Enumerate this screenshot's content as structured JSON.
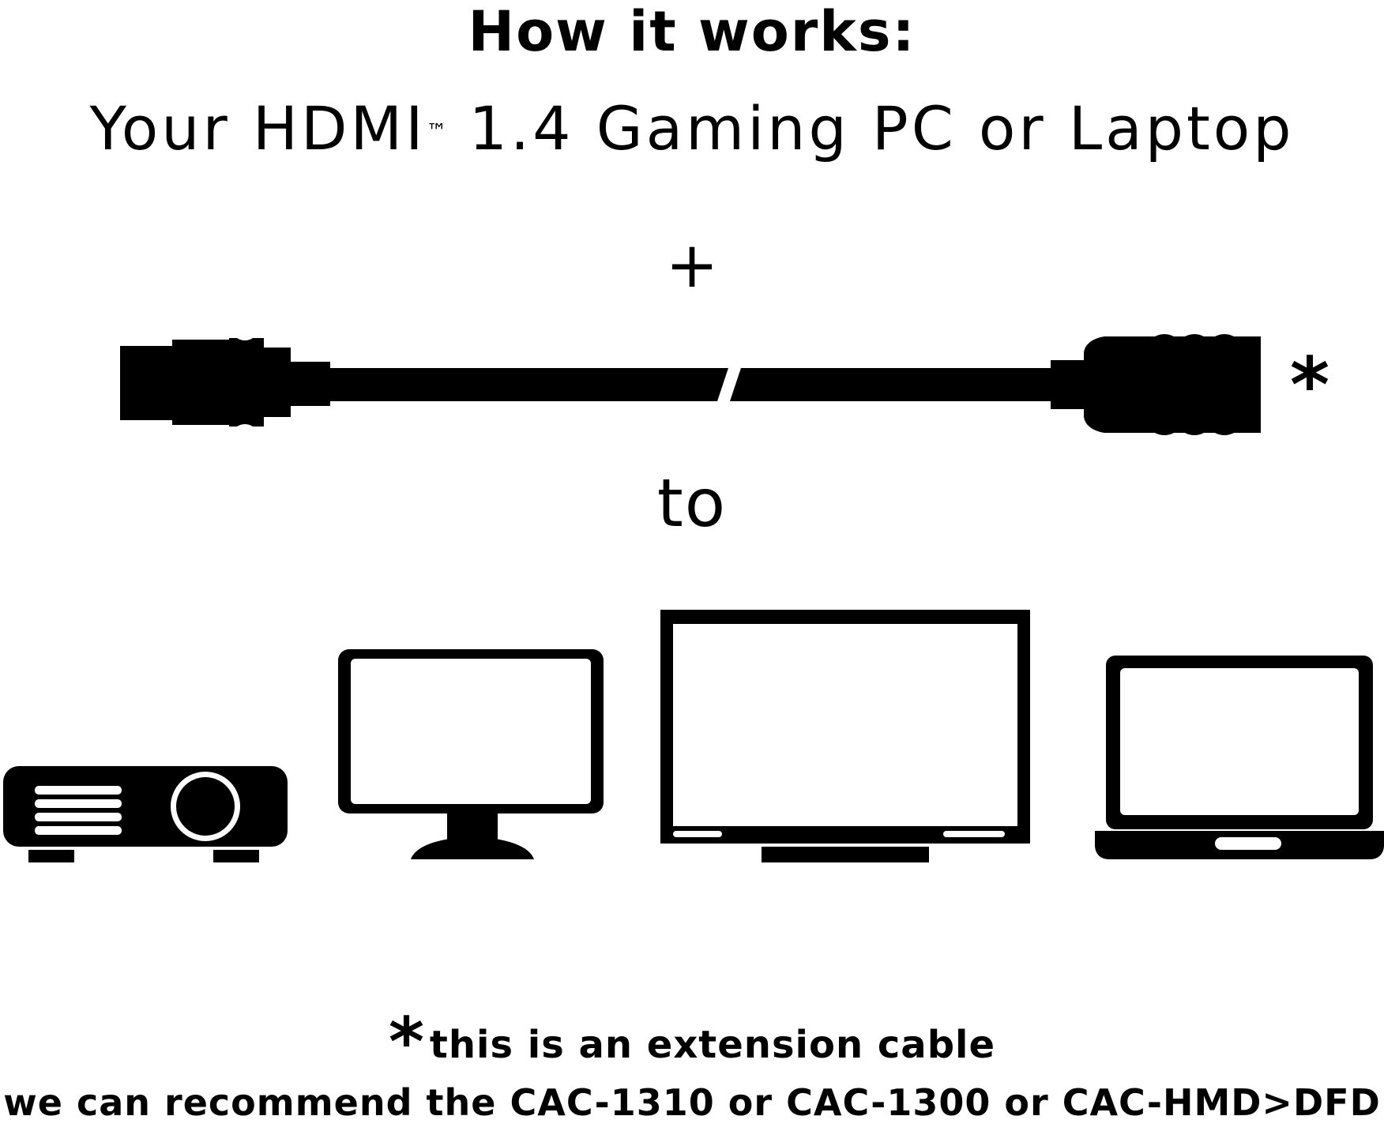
{
  "heading": "How it works:",
  "subheading": {
    "before": "Your HDMI",
    "trademark": "™",
    "after": " 1.4 Gaming PC or Laptop"
  },
  "plus": "+",
  "cable_marker": "*",
  "connector_word": "to",
  "devices": [
    "projector-icon",
    "monitor-icon",
    "tv-icon",
    "laptop-icon"
  ],
  "cable_icon": "hdmi-extension-cable-icon",
  "footnote": {
    "marker": "*",
    "text": "this is an extension cable"
  },
  "recommendation": "we can recommend the CAC-1310 or CAC-1300 or CAC-HMD>DFD",
  "colors": {
    "ink": "#000000",
    "background": "#ffffff"
  }
}
